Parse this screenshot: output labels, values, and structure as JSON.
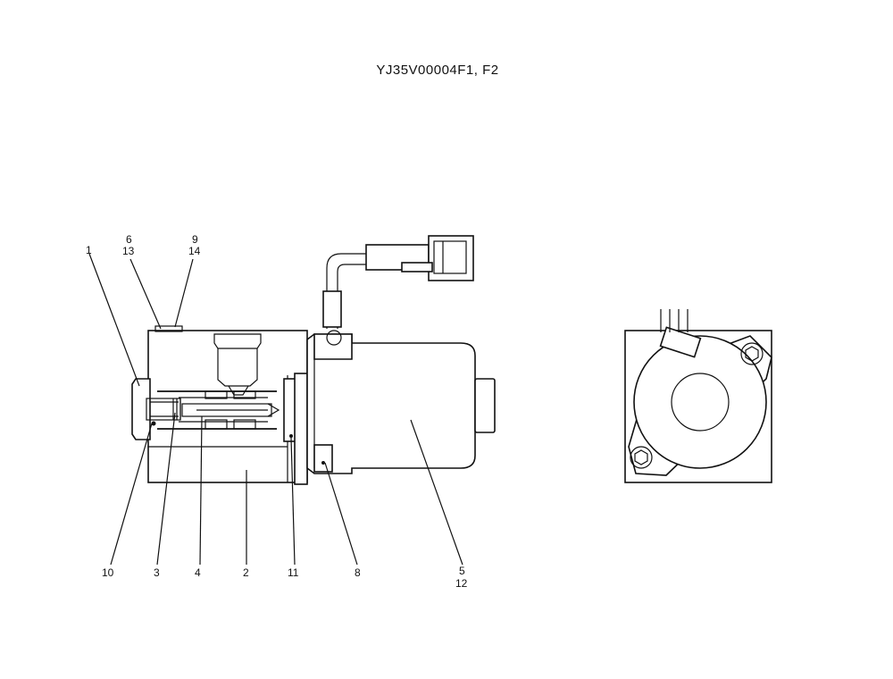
{
  "title": "YJ35V00004F1, F2",
  "callouts": {
    "c1": "1",
    "c2": "2",
    "c3": "3",
    "c4": "4",
    "c5": "5",
    "c6": "6",
    "c7": "13",
    "c8": "9",
    "c9": "14",
    "c10": "10",
    "c11": "11",
    "c12": "8",
    "c13": "12"
  }
}
